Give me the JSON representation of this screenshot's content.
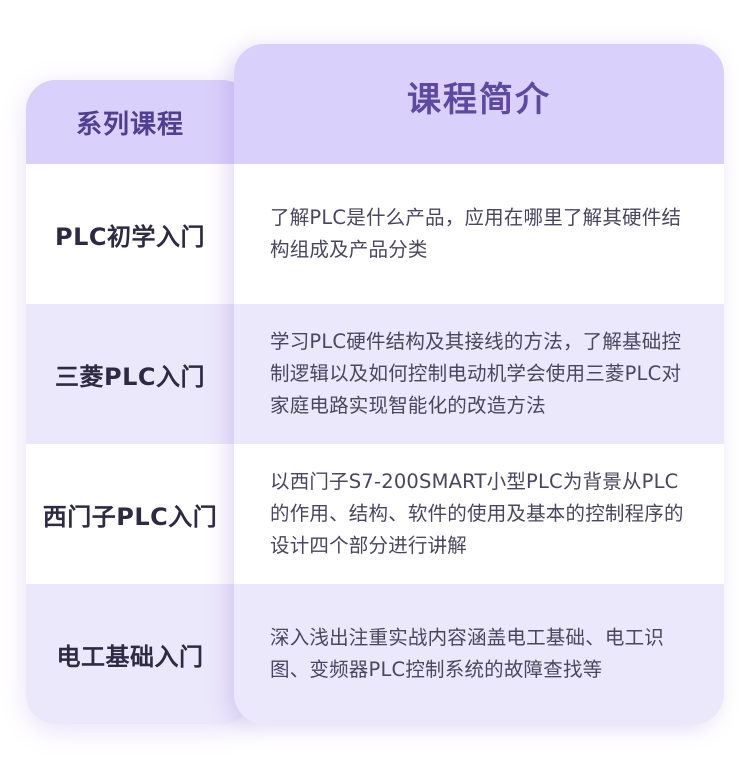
{
  "left": {
    "header": "系列课程",
    "rows": [
      "PLC初学入门",
      "三菱PLC入门",
      "西门子PLC入门",
      "电工基础入门"
    ]
  },
  "right": {
    "header": "课程简介",
    "rows": [
      "了解PLC是什么产品，应用在哪里了解其硬件结构组成及产品分类",
      "学习PLC硬件结构及其接线的方法，了解基础控制逻辑以及如何控制电动机学会使用三菱PLC对家庭电路实现智能化的改造方法",
      "以西门子S7-200SMART小型PLC为背景从PLC的作用、结构、软件的使用及基本的控制程序的设计四个部分进行讲解",
      "深入浅出注重实战内容涵盖电工基础、电工识图、变频器PLC控制系统的故障查找等"
    ]
  },
  "colors": {
    "header_bg": "#d9d0fb",
    "header_text": "#5b4aa0",
    "row_alt_bg": "#ece8fb",
    "row_bg": "#ffffff",
    "body_text": "#2f2a44"
  }
}
